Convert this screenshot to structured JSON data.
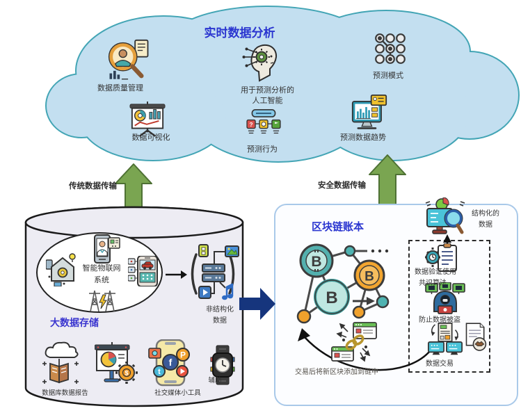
{
  "cloud": {
    "title": "实时数据分析",
    "quality_label": "数据质量管理",
    "viz_label": "数据可视化",
    "ai_label_1": "用于预测分析的",
    "ai_label_2": "人工智能",
    "behavior_label": "预测行为",
    "pattern_label": "预测模式",
    "trend_label": "预测数据趋势"
  },
  "transfer": {
    "traditional_label": "传统数据传输",
    "secure_label": "安全数据传输"
  },
  "storage": {
    "title": "大数据存储",
    "iot_label_1": "智能物联网",
    "iot_label_2": "系统",
    "unstructured_label_1": "非结构化",
    "unstructured_label_2": "数据",
    "db_report_label": "数据库数据报告",
    "social_label": "社交媒体小工具",
    "wearable_label": "辅助"
  },
  "blockchain": {
    "title": "区块链账本",
    "structured_label_1": "结构化的",
    "structured_label_2": "数据",
    "validation_label_1": "数据验证使用",
    "validation_label_2": "共识算法",
    "theft_label": "防止数据被盗",
    "transaction_label": "数据交易",
    "add_block_label": "交易后将新区块添加到链中",
    "coin_symbol": "B",
    "ellipsis": "···"
  },
  "colors": {
    "cloud_fill": "#c3dff0",
    "cloud_border": "#43a5b5",
    "title_blue": "#2a35d0",
    "arrow_green": "#7aa551",
    "arrow_green_border": "#4e7134",
    "arrow_navy": "#16357d",
    "coin_teal": "#53b0ae",
    "coin_orange": "#f2a52f",
    "cylinder_fill": "#edecf3",
    "box_border": "#a9c9e9"
  }
}
